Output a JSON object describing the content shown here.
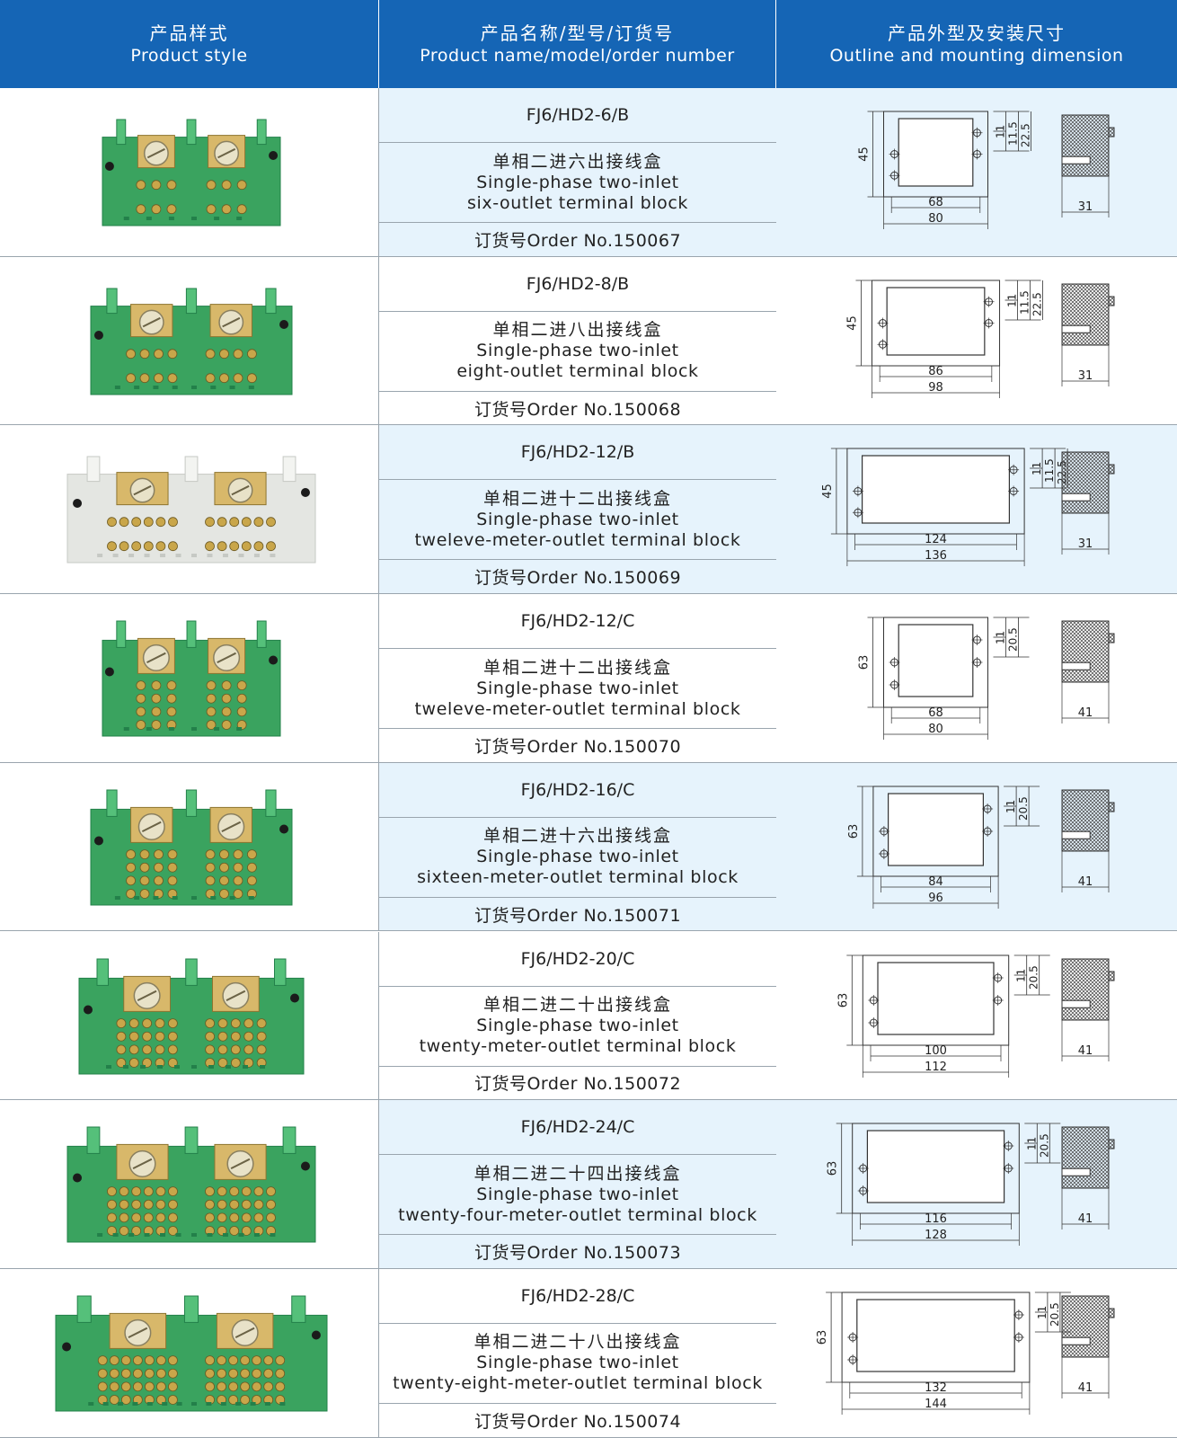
{
  "header": {
    "col1_zh": "产品样式",
    "col1_en": "Product style",
    "col2_zh": "产品名称/型号/订货号",
    "col2_en": "Product name/model/order number",
    "col3_zh": "产品外型及安装尺寸",
    "col3_en": "Outline and mounting dimension"
  },
  "colors": {
    "header_bg": "#1565b5",
    "row_tint": "#e6f3fc",
    "body_green": "#3aa35f",
    "body_white": "#e4e6e2"
  },
  "products": [
    {
      "model": "FJ6/HD2-6/B",
      "name_zh": "单相二进六出接线盒",
      "name_en_1": "Single-phase two-inlet",
      "name_en_2": "six-outlet terminal block",
      "order": "订货号Order No.150067",
      "dim_height": "45",
      "dim_side_1": "11",
      "dim_side_2": "11.5",
      "dim_side_3": "22.5",
      "dim_inner_w": "68",
      "dim_outer_w": "80",
      "dim_depth": "31",
      "body": "green",
      "outlets_per_side": 3,
      "outlet_rows": 2
    },
    {
      "model": "FJ6/HD2-8/B",
      "name_zh": "单相二进八出接线盒",
      "name_en_1": "Single-phase two-inlet",
      "name_en_2": "eight-outlet terminal block",
      "order": "订货号Order No.150068",
      "dim_height": "45",
      "dim_side_1": "11",
      "dim_side_2": "11.5",
      "dim_side_3": "22.5",
      "dim_inner_w": "86",
      "dim_outer_w": "98",
      "dim_depth": "31",
      "body": "green",
      "outlets_per_side": 4,
      "outlet_rows": 2
    },
    {
      "model": "FJ6/HD2-12/B",
      "name_zh": "单相二进十二出接线盒",
      "name_en_1": "Single-phase two-inlet",
      "name_en_2": "tweleve-meter-outlet terminal block",
      "order": "订货号Order No.150069",
      "dim_height": "45",
      "dim_side_1": "11",
      "dim_side_2": "11.5",
      "dim_side_3": "22.5",
      "dim_inner_w": "124",
      "dim_outer_w": "136",
      "dim_depth": "31",
      "body": "white",
      "outlets_per_side": 6,
      "outlet_rows": 2
    },
    {
      "model": "FJ6/HD2-12/C",
      "name_zh": "单相二进十二出接线盒",
      "name_en_1": "Single-phase two-inlet",
      "name_en_2": "tweleve-meter-outlet terminal block",
      "order": "订货号Order No.150070",
      "dim_height": "63",
      "dim_side_1": "11",
      "dim_side_2": "20.5",
      "dim_side_3": "",
      "dim_inner_w": "68",
      "dim_outer_w": "80",
      "dim_depth": "41",
      "body": "green",
      "outlets_per_side": 3,
      "outlet_rows": 4
    },
    {
      "model": "FJ6/HD2-16/C",
      "name_zh": "单相二进十六出接线盒",
      "name_en_1": "Single-phase two-inlet",
      "name_en_2": "sixteen-meter-outlet terminal block",
      "order": "订货号Order No.150071",
      "dim_height": "63",
      "dim_side_1": "11",
      "dim_side_2": "20.5",
      "dim_side_3": "",
      "dim_inner_w": "84",
      "dim_outer_w": "96",
      "dim_depth": "41",
      "body": "green",
      "outlets_per_side": 4,
      "outlet_rows": 4
    },
    {
      "model": "FJ6/HD2-20/C",
      "name_zh": "单相二进二十出接线盒",
      "name_en_1": "Single-phase two-inlet",
      "name_en_2": "twenty-meter-outlet terminal block",
      "order": "订货号Order No.150072",
      "dim_height": "63",
      "dim_side_1": "11",
      "dim_side_2": "20.5",
      "dim_side_3": "",
      "dim_inner_w": "100",
      "dim_outer_w": "112",
      "dim_depth": "41",
      "body": "green",
      "outlets_per_side": 5,
      "outlet_rows": 4
    },
    {
      "model": "FJ6/HD2-24/C",
      "name_zh": "单相二进二十四出接线盒",
      "name_en_1": "Single-phase two-inlet",
      "name_en_2": "twenty-four-meter-outlet terminal block",
      "order": "订货号Order No.150073",
      "dim_height": "63",
      "dim_side_1": "11",
      "dim_side_2": "20.5",
      "dim_side_3": "",
      "dim_inner_w": "116",
      "dim_outer_w": "128",
      "dim_depth": "41",
      "body": "green",
      "outlets_per_side": 6,
      "outlet_rows": 4
    },
    {
      "model": "FJ6/HD2-28/C",
      "name_zh": "单相二进二十八出接线盒",
      "name_en_1": "Single-phase two-inlet",
      "name_en_2": "twenty-eight-meter-outlet terminal block",
      "order": "订货号Order No.150074",
      "dim_height": "63",
      "dim_side_1": "11",
      "dim_side_2": "20.5",
      "dim_side_3": "",
      "dim_inner_w": "132",
      "dim_outer_w": "144",
      "dim_depth": "41",
      "body": "green",
      "outlets_per_side": 7,
      "outlet_rows": 4
    }
  ]
}
